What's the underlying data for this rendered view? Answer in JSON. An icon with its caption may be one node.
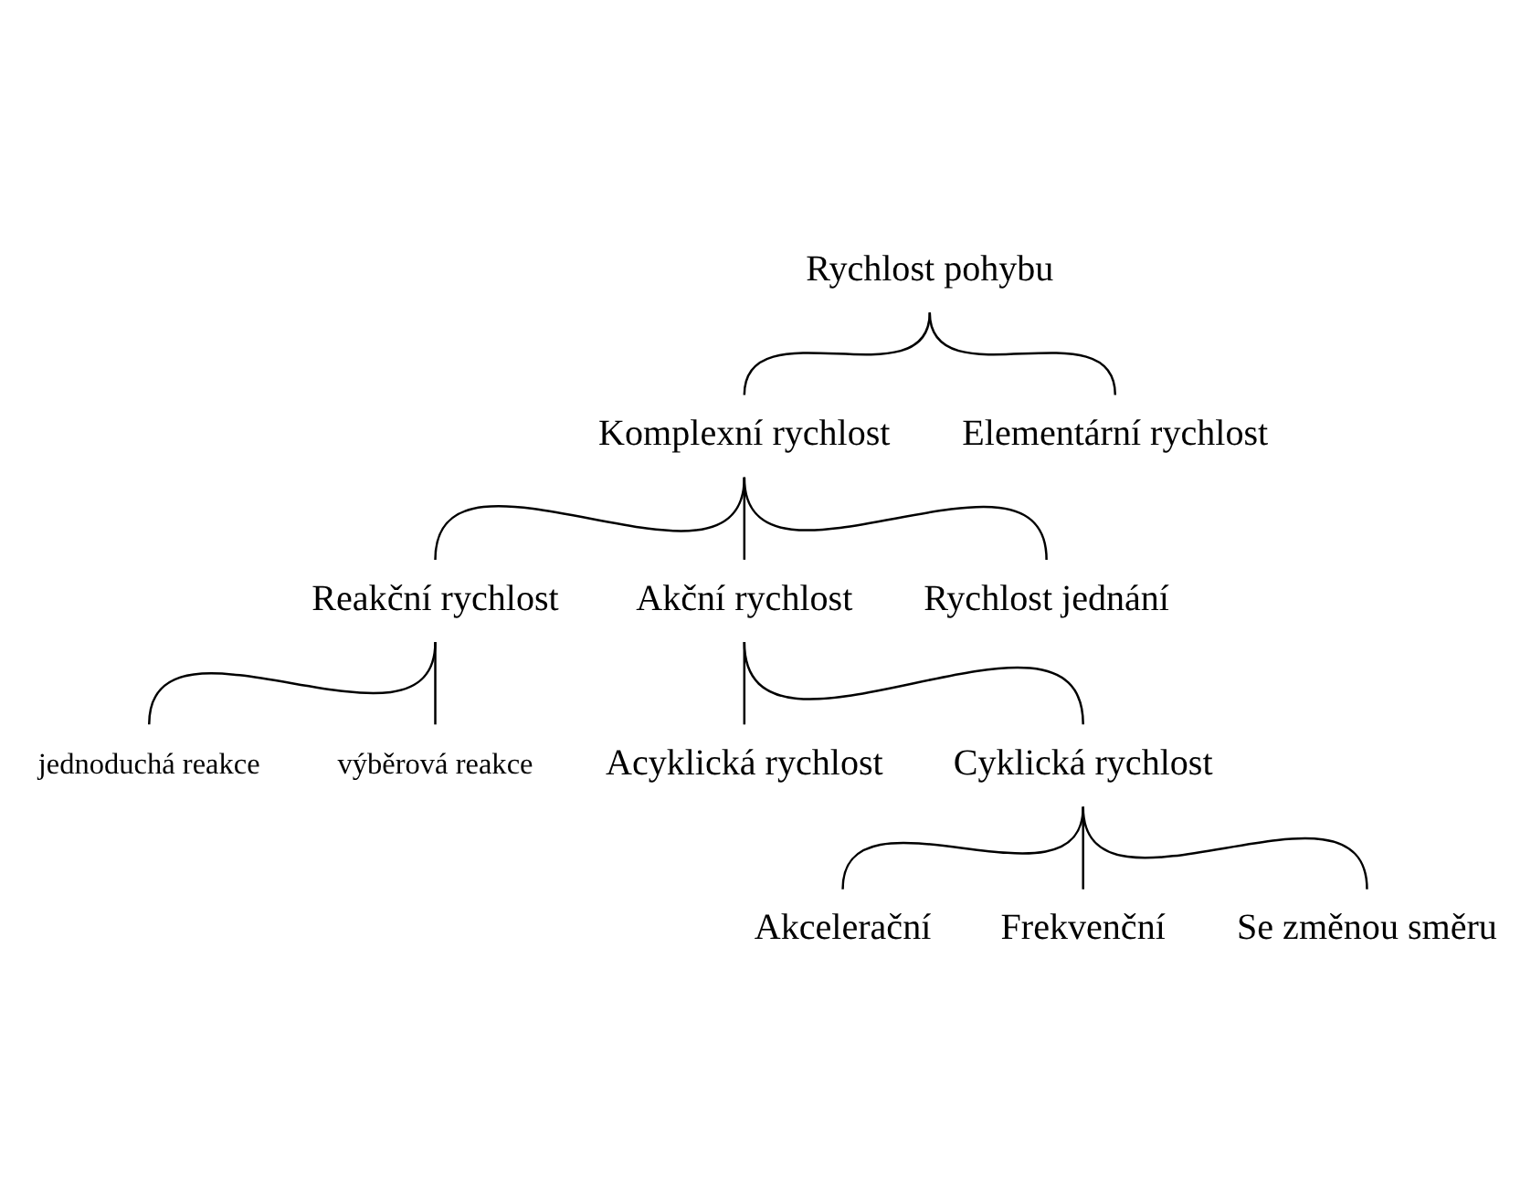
{
  "diagram": {
    "nodes": [
      {
        "text": [
          "Rychlost pohybu"
        ]
      },
      {
        "text": [
          "Komplexní rychlost"
        ]
      },
      {
        "text": [
          "Elementární rychlost"
        ]
      },
      {
        "text": [
          "Reakční rychlost"
        ]
      },
      {
        "text": [
          "Akční rychlost"
        ]
      },
      {
        "text": [
          "Rychlost jednání"
        ]
      },
      {
        "text": [
          "jednoduchá reakce"
        ]
      },
      {
        "text": [
          "výběrová reakce"
        ]
      },
      {
        "text": [
          "Acyklická rychlost"
        ]
      },
      {
        "text": [
          "Cyklická rychlost"
        ]
      },
      {
        "text": [
          "Akcelerační"
        ]
      },
      {
        "text": [
          "Frekvenční"
        ]
      },
      {
        "text": [
          "Se změnou směru"
        ]
      }
    ],
    "edges": [
      {
        "from": 0,
        "to": 1,
        "arrow": "none"
      },
      {
        "from": 0,
        "to": 2,
        "arrow": "none"
      },
      {
        "from": 1,
        "to": 3,
        "arrow": "none"
      },
      {
        "from": 1,
        "to": 4,
        "arrow": "none"
      },
      {
        "from": 1,
        "to": 5,
        "arrow": "none"
      },
      {
        "from": 3,
        "to": 6,
        "arrow": "none"
      },
      {
        "from": 3,
        "to": 7,
        "arrow": "none"
      },
      {
        "from": 4,
        "to": 8,
        "arrow": "none"
      },
      {
        "from": 4,
        "to": 9,
        "arrow": "none"
      },
      {
        "from": 9,
        "to": 10,
        "arrow": "none"
      },
      {
        "from": 9,
        "to": 11,
        "arrow": "none"
      },
      {
        "from": 9,
        "to": 12,
        "arrow": "none"
      }
    ]
  }
}
